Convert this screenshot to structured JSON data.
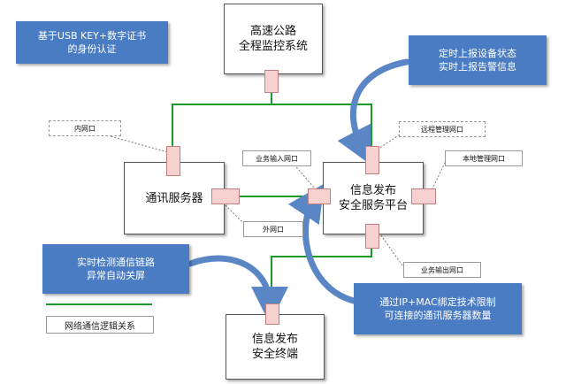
{
  "colors": {
    "link_line": "#1a9a2a",
    "callout_fill": "#4a7cc4",
    "callout_arrow": "#5a86c6",
    "port_fill": "#f7d0d0"
  },
  "nodes": {
    "monitor": "高速公路\n全程监控系统",
    "comm_server": "通讯服务器",
    "platform": "信息发布\n安全服务平台",
    "terminal": "信息发布\n安全终端"
  },
  "callouts": {
    "usb_key": "基于USB KEY+数字证书\n的身份认证",
    "report": "定时上报设备状态\n实时上报告警信息",
    "link_check": "实时检测通信链路\n异常自动关屏",
    "ip_mac": "通过IP+MAC绑定技术限制\n可连接的通讯服务器数量"
  },
  "labels": {
    "internal_port": "内网口",
    "external_port": "外网口",
    "business_input": "业务输入网口",
    "remote_mgmt": "远程管理网口",
    "local_mgmt": "本地管理网口",
    "business_output": "业务输出网口"
  },
  "legend": {
    "text": "网络通信逻辑关系"
  }
}
